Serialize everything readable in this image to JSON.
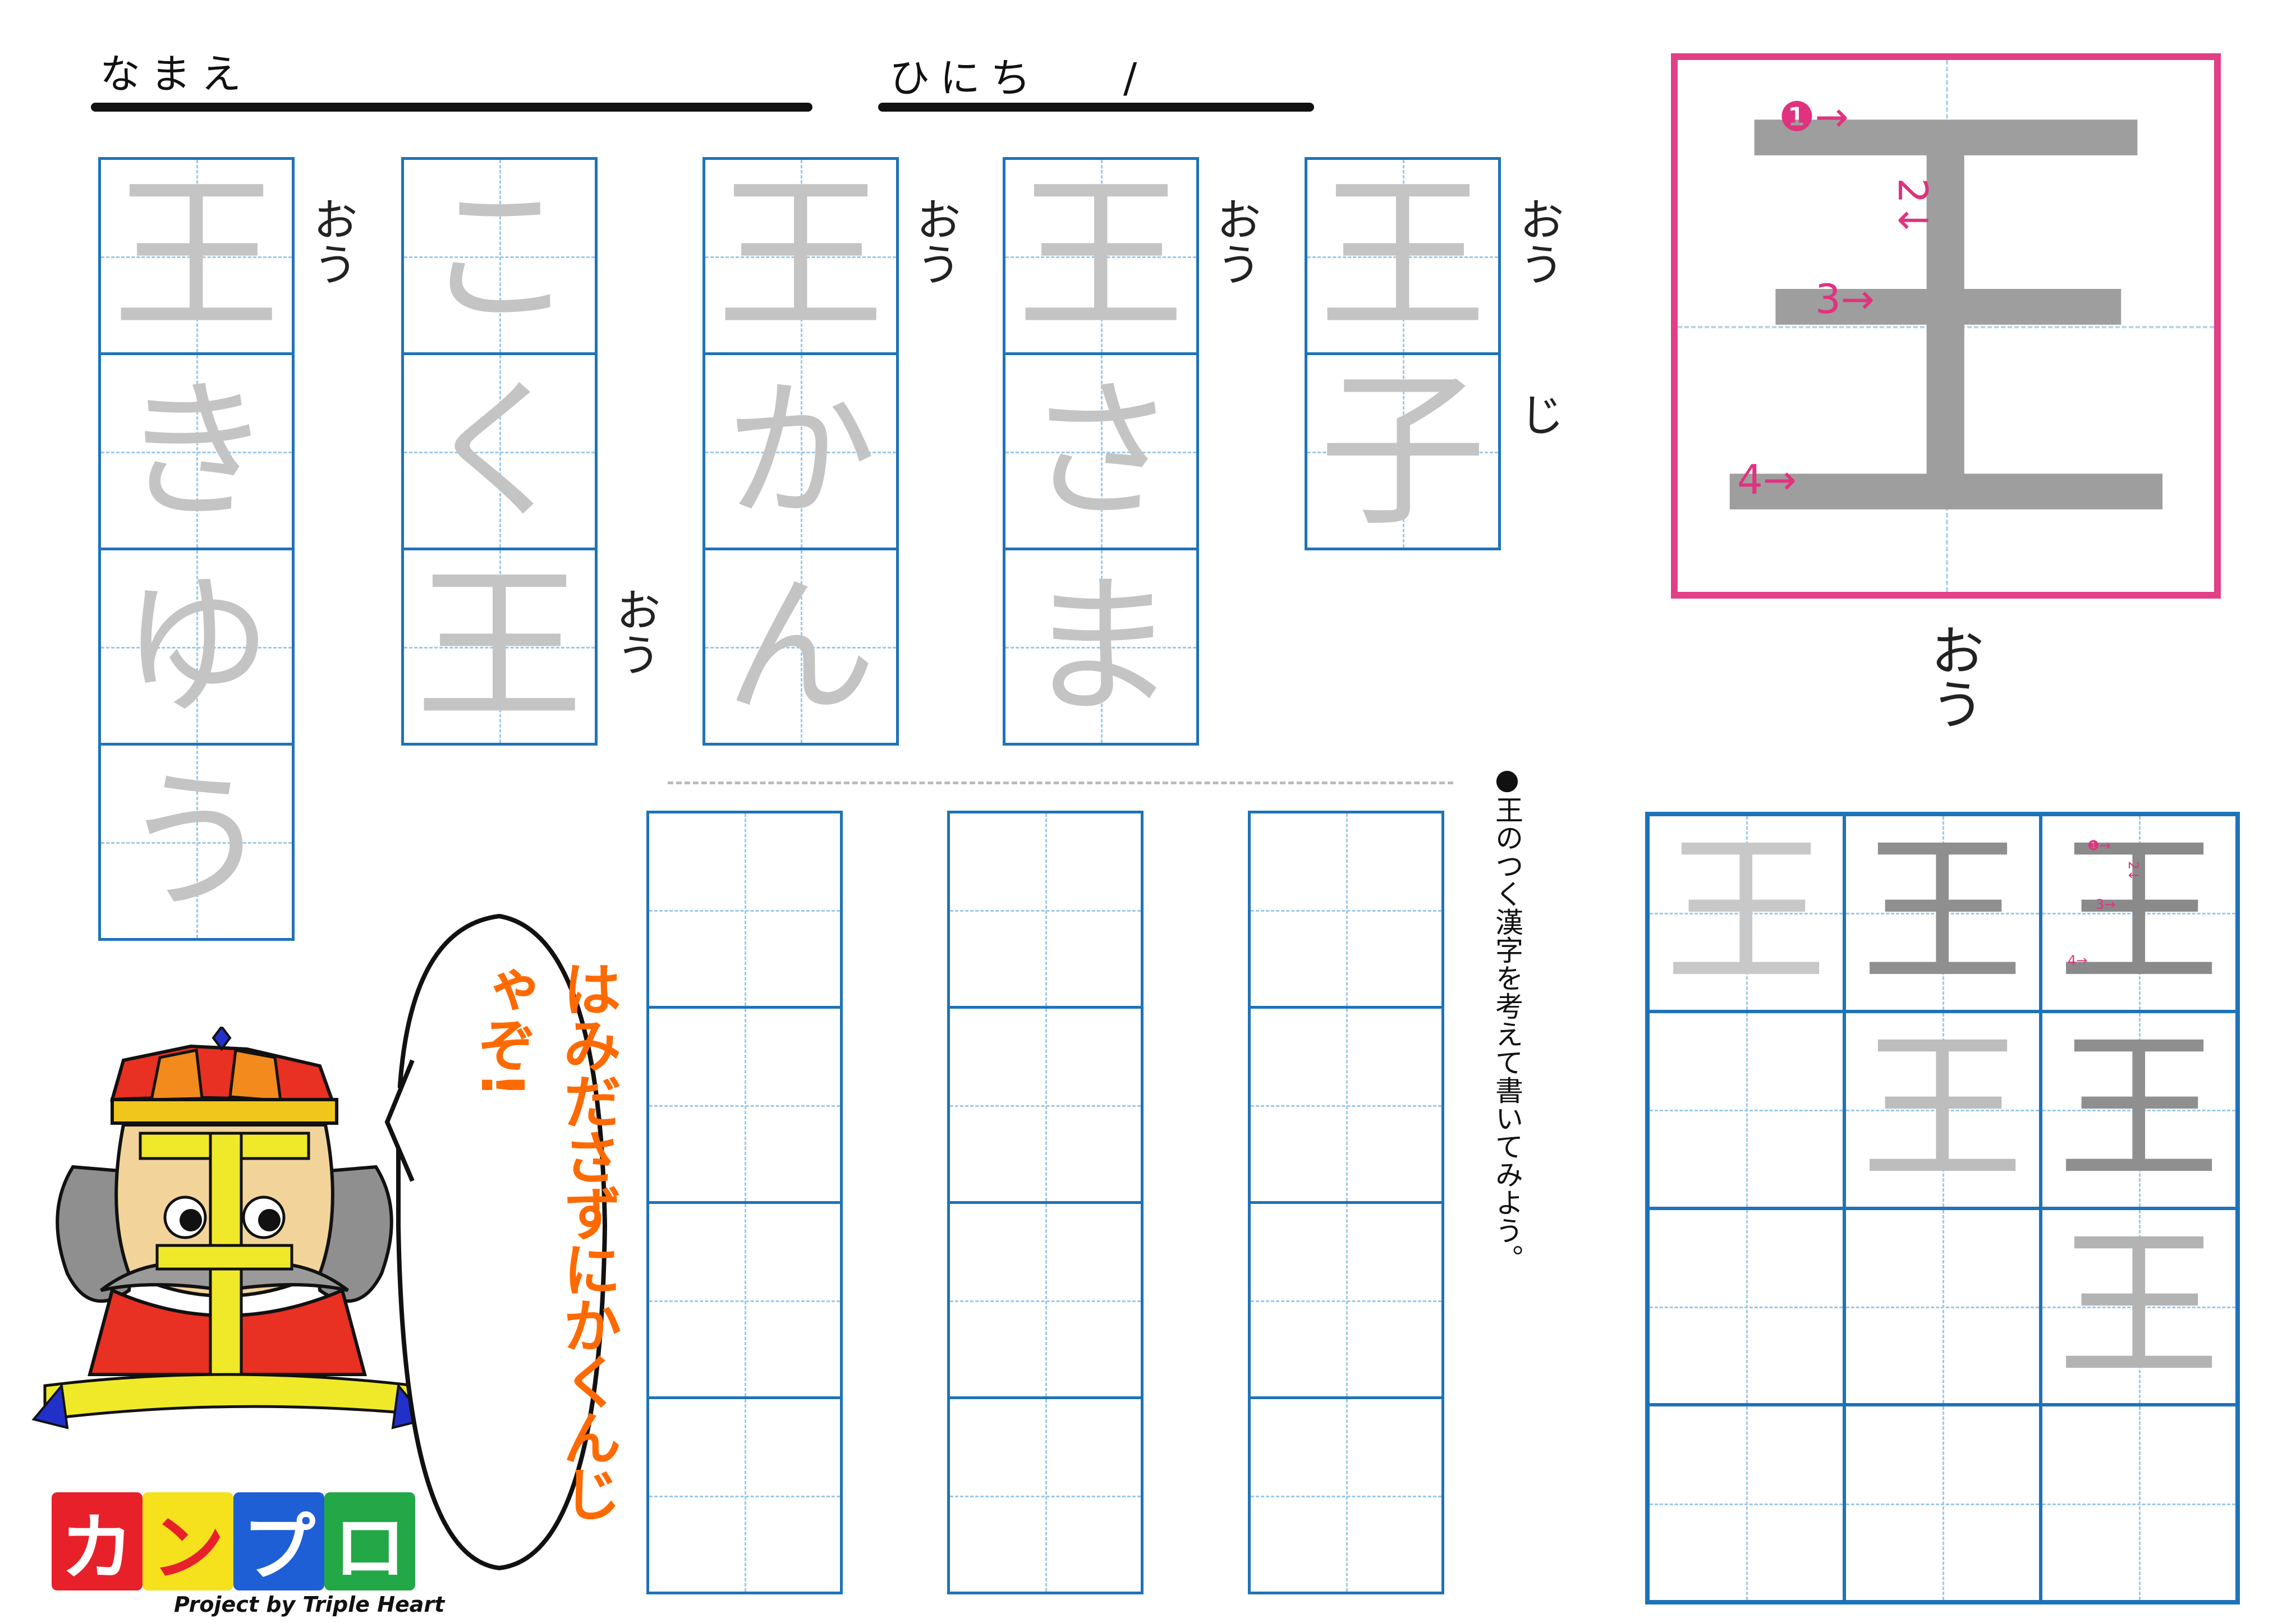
{
  "header": {
    "name_label": "なまえ",
    "date_label": "ひにち",
    "date_separator": "/"
  },
  "words": [
    {
      "chars": [
        "王",
        "き",
        "ゆ",
        "う"
      ],
      "readings": [
        {
          "text": "おう",
          "cell": 0
        }
      ]
    },
    {
      "chars": [
        "こ",
        "く",
        "王"
      ],
      "readings": [
        {
          "text": "おう",
          "cell": 2
        }
      ]
    },
    {
      "chars": [
        "王",
        "か",
        "ん"
      ],
      "readings": [
        {
          "text": "おう",
          "cell": 0
        }
      ]
    },
    {
      "chars": [
        "王",
        "さ",
        "ま"
      ],
      "readings": [
        {
          "text": "おう",
          "cell": 0
        }
      ]
    },
    {
      "chars": [
        "王",
        "子"
      ],
      "readings": [
        {
          "text": "おう",
          "cell": 0
        },
        {
          "text": "じ",
          "cell": 1
        }
      ]
    }
  ],
  "kanji": {
    "character": "王",
    "reading": "おう",
    "accent_color": "#e13f86",
    "strokes": [
      "❶→",
      "2↓",
      "3→",
      "4→"
    ]
  },
  "practice": {
    "instruction": "●王のつく漢字を考えて書いてみよう。",
    "empty_columns": 3,
    "rows": 4
  },
  "stroke_grid": {
    "row1": [
      "王",
      "王",
      "王"
    ],
    "row2": [
      "",
      "王",
      "王"
    ],
    "row3": [
      "",
      "",
      "王"
    ],
    "row4": [
      "",
      "",
      ""
    ],
    "mini_strokes": [
      "❶→",
      "2↓",
      "3→",
      "4→"
    ]
  },
  "mascot": {
    "speech": "はみださずにかくんじゃぞ!",
    "kanji": "王"
  },
  "logo": {
    "tiles": [
      "カ",
      "ン",
      "プ",
      "ロ"
    ],
    "tile_colors": [
      "#e8202a",
      "#f5e11c",
      "#1f5fd6",
      "#22a846"
    ],
    "subtitle": "Project by Triple Heart"
  },
  "colors": {
    "grid_blue": "#1e73b8",
    "guide_blue": "#9cc9e8",
    "trace_gray": "#c4c4c4",
    "speech_orange": "#ff6a00"
  }
}
